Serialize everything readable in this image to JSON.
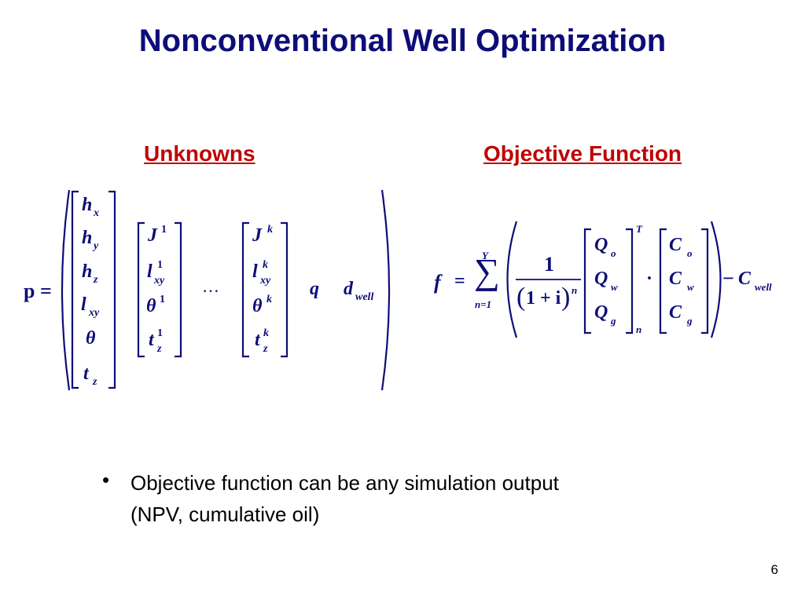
{
  "slide": {
    "title": "Nonconventional Well Optimization",
    "page_number": "6"
  },
  "unknowns": {
    "heading": "Unknowns",
    "lhs": "p =",
    "vec1": [
      "h",
      "h",
      "h",
      "l",
      "θ",
      "t"
    ],
    "vec1_subs": [
      "x",
      "y",
      "z",
      "xy",
      "",
      "z"
    ],
    "first": {
      "J": "J",
      "J_sup": "1",
      "l": "l",
      "l_sup": "1",
      "l_sub": "xy",
      "theta": "θ",
      "theta_sup": "1",
      "t": "t",
      "t_sup": "1",
      "t_sub": "z"
    },
    "ellipsis": "…",
    "last": {
      "J": "J",
      "J_sup": "k",
      "l": "l",
      "l_sup": "k",
      "l_sub": "xy",
      "theta": "θ",
      "theta_sup": "k",
      "t": "t",
      "t_sup": "k",
      "t_sub": "z"
    },
    "q": "q",
    "d": "d",
    "d_sub": "well"
  },
  "objective": {
    "heading": "Objective Function",
    "f": "f",
    "equals": "=",
    "sigma": "∑",
    "sum_upper": "Y",
    "sum_lower": "n=1",
    "numerator": "1",
    "denominator": "1 + i",
    "denominator_paren_open": "(",
    "denominator_paren_close": ")",
    "denominator_exp": "n",
    "Q": [
      "Q",
      "Q",
      "Q"
    ],
    "Q_subs": [
      "o",
      "w",
      "g"
    ],
    "transpose": "T",
    "Q_outer_sub": "n",
    "dot": "·",
    "C": [
      "C",
      "C",
      "C"
    ],
    "C_subs": [
      "o",
      "w",
      "g"
    ],
    "minus": "−",
    "C_well": "C",
    "C_well_sub": "well"
  },
  "bullets": [
    {
      "symbol": "•",
      "line1": "Objective function can be any simulation output",
      "line2": "(NPV, cumulative oil)"
    }
  ]
}
